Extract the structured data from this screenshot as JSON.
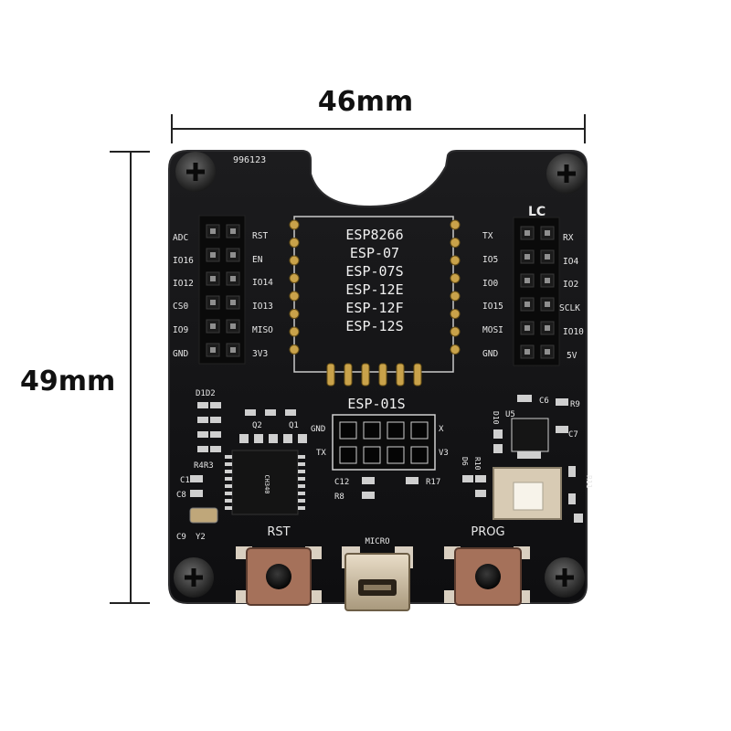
{
  "dimensions": {
    "width": "46mm",
    "height": "49mm"
  },
  "board": {
    "serial": "996123",
    "logo": "LC",
    "module_list": [
      "ESP8266",
      "ESP-07",
      "ESP-07S",
      "ESP-12E",
      "ESP-12F",
      "ESP-12S"
    ],
    "esp01_label": "ESP-01S",
    "left_outer_pins": [
      "ADC",
      "IO16",
      "IO12",
      "CS0",
      "IO9",
      "GND"
    ],
    "left_inner_pins": [
      "RST",
      "EN",
      "IO14",
      "IO13",
      "MISO",
      "3V3"
    ],
    "right_inner_pins": [
      "TX",
      "IO5",
      "IO0",
      "IO15",
      "MOSI",
      "GND"
    ],
    "right_outer_pins": [
      "RX",
      "IO4",
      "IO2",
      "SCLK",
      "IO10",
      "5V"
    ],
    "esp01_pins": {
      "top_left": "GND",
      "top_right": "X",
      "bottom_left": "TX",
      "bottom_right": "V3"
    },
    "component_labels": {
      "d1d2": "D1D2",
      "q2": "Q2",
      "q1": "Q1",
      "r4r3": "R4R3",
      "c1": "C1",
      "c8": "C8",
      "c9": "C9",
      "y2": "Y2",
      "c12": "C12",
      "r8": "R8",
      "r17": "R17",
      "u5": "U5",
      "c6": "C6",
      "r9": "R9",
      "c7": "C7",
      "d10": "D10",
      "d6": "D6",
      "r10": "R10",
      "r11": "R11"
    },
    "rst_label": "RST",
    "prog_label": "PROG",
    "usb_label": "MICRO"
  }
}
